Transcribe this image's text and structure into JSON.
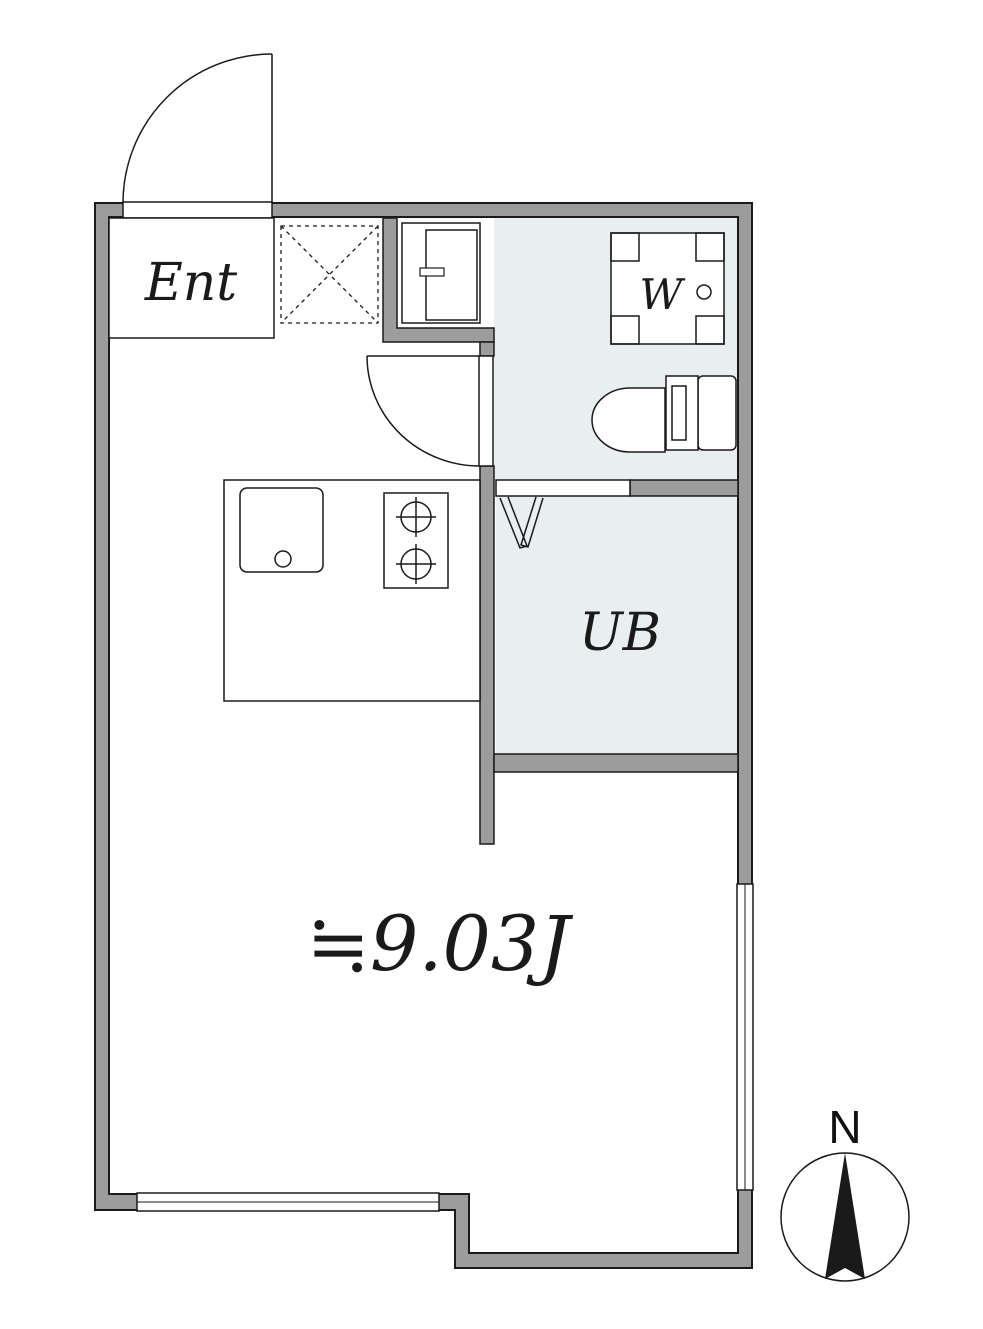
{
  "rooms": {
    "entrance_label": "Ent",
    "washer_label": "W",
    "bath_label": "UB",
    "main_room_size": "≒9.03J"
  },
  "compass": {
    "north_label": "N"
  },
  "colors": {
    "wall": "#9c9c9c",
    "wet_area": "#e9eef1",
    "line": "#1a1a1a"
  }
}
